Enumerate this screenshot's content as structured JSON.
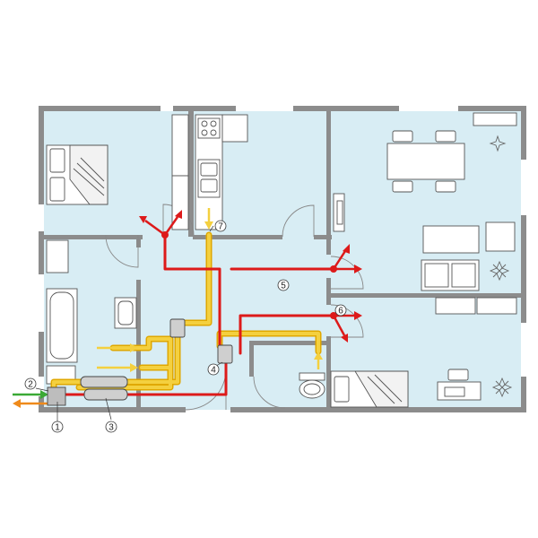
{
  "colors": {
    "background": "#ffffff",
    "floor": "#d8edf4",
    "wall": "#8c8c8c",
    "supply_duct": "#dd1a1a",
    "extract_duct": "#f4d03f",
    "extract_duct_edge": "#e0a800",
    "outdoor_air": "#3aa935",
    "exhaust_air": "#ef8a1b",
    "furniture_stroke": "#555555",
    "furniture_fill": "#ffffff"
  },
  "callouts": [
    {
      "id": "1",
      "label": "①"
    },
    {
      "id": "2",
      "label": "②"
    },
    {
      "id": "3",
      "label": "③"
    },
    {
      "id": "4",
      "label": "④"
    },
    {
      "id": "5",
      "label": "⑤"
    },
    {
      "id": "6",
      "label": "⑥"
    },
    {
      "id": "7",
      "label": "⑦"
    }
  ]
}
